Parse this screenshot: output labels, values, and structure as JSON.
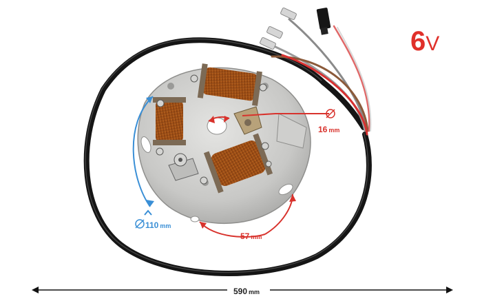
{
  "voltage": {
    "number": "6",
    "unit": "V"
  },
  "dimensions": {
    "center_hole": {
      "value": "16",
      "unit": "mm"
    },
    "plate_width": {
      "value": "110",
      "unit": "mm"
    },
    "mount_spacing": {
      "value": "57",
      "unit": "mm"
    },
    "cable_length": {
      "value": "590",
      "unit": "mm"
    }
  },
  "colors": {
    "red_callout": "#d8322c",
    "blue_callout": "#3a8fd6",
    "voltage_text": "#e0302a",
    "copper": "#b5651d",
    "plate": "#c9c9c7",
    "cable": "#1b1b1b"
  },
  "icons": [
    "diameter-symbol-icon",
    "diameter-symbol-icon"
  ]
}
